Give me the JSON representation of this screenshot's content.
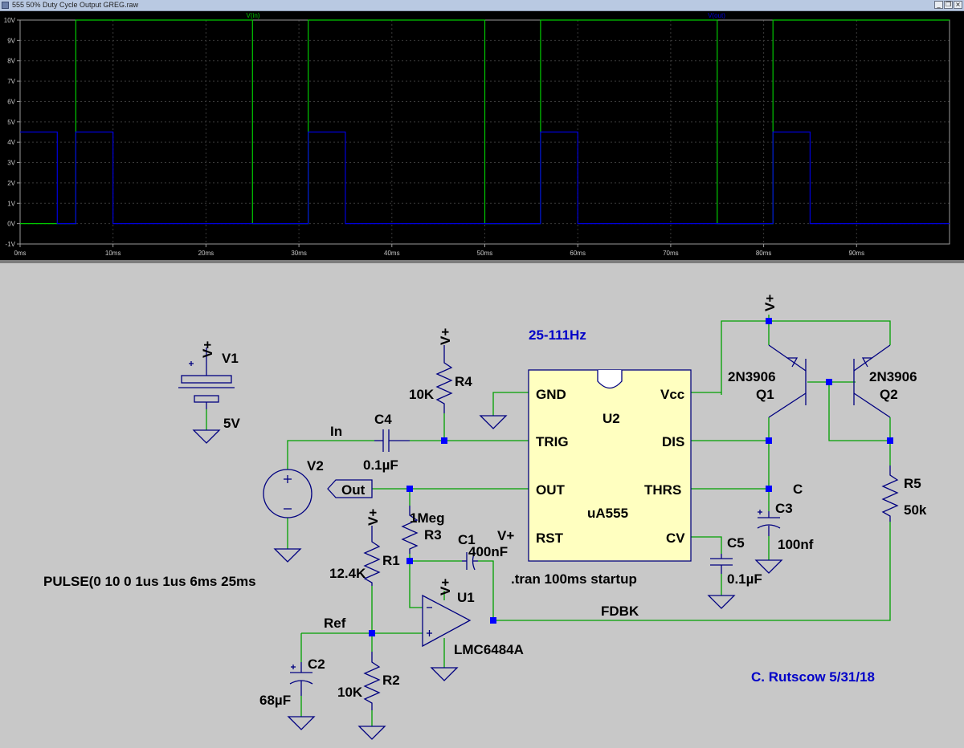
{
  "window": {
    "title": "555 50% Duty Cycle Output GREG.raw",
    "minimize_glyph": "_",
    "restore_glyph": "❐",
    "close_glyph": "×"
  },
  "plot": {
    "background": "#000000",
    "grid_color": "#3a3a3a",
    "axis_color": "#9a9a9a",
    "label_color": "#c8c8c8",
    "traces": [
      {
        "name": "V(in)",
        "color": "#00c800"
      },
      {
        "name": "V(out)",
        "color": "#0000dc"
      }
    ]
  },
  "chart_data": {
    "type": "line",
    "x_unit": "ms",
    "y_unit": "V",
    "xlim": [
      0,
      100
    ],
    "ylim": [
      -1,
      10
    ],
    "x_ticks": [
      0,
      10,
      20,
      30,
      40,
      50,
      60,
      70,
      80,
      90
    ],
    "x_tick_labels": [
      "0ms",
      "10ms",
      "20ms",
      "30ms",
      "40ms",
      "50ms",
      "60ms",
      "70ms",
      "80ms",
      "90ms"
    ],
    "y_ticks": [
      -1,
      0,
      1,
      2,
      3,
      4,
      5,
      6,
      7,
      8,
      9,
      10
    ],
    "y_tick_labels": [
      "-1V",
      "0V",
      "1V",
      "2V",
      "3V",
      "4V",
      "5V",
      "6V",
      "7V",
      "8V",
      "9V",
      "10V"
    ],
    "series": [
      {
        "name": "V(in)",
        "color": "#00c800",
        "x": [
          0,
          6,
          6,
          25,
          25,
          31,
          31,
          50,
          50,
          56,
          56,
          75,
          75,
          81,
          81,
          100
        ],
        "y": [
          0,
          0,
          10,
          10,
          0,
          0,
          10,
          10,
          0,
          0,
          10,
          10,
          0,
          0,
          10,
          10
        ]
      },
      {
        "name": "V(out)",
        "color": "#0000dc",
        "x": [
          0,
          4,
          4,
          6,
          6,
          10,
          10,
          31,
          31,
          35,
          35,
          56,
          56,
          60,
          60,
          81,
          81,
          85,
          85,
          100
        ],
        "y": [
          4.5,
          4.5,
          0,
          0,
          4.5,
          4.5,
          0,
          0,
          4.5,
          4.5,
          0,
          0,
          4.5,
          4.5,
          0,
          0,
          4.5,
          4.5,
          0,
          0
        ]
      }
    ]
  },
  "schematic": {
    "wire_color": "#00a000",
    "part_color": "#000080",
    "ic_fill": "#ffffc0",
    "label_color": "#000000",
    "comment_color": "#0000c8",
    "node_color": "#0000ff",
    "labels": {
      "freq": "25-111Hz",
      "vplus_top": "V+",
      "vplus_r4": "V+",
      "vplus_v1": "V+",
      "vplus_r1": "V+",
      "vplus_u1": "V+",
      "v1_name": "V1",
      "v1_value": "5V",
      "r4_name": "R4",
      "r4_value": "10K",
      "c4_name": "C4",
      "c4_value": "0.1µF",
      "net_in": "In",
      "v2_name": "V2",
      "v2_value": "PULSE(0 10 0 1us 1us 6ms 25ms",
      "net_out": "Out",
      "r3_name": "R3",
      "r3_value": "1Meg",
      "c1_name": "C1",
      "c1_value": "400nF",
      "r1_name": "R1",
      "r1_value": "12.4K",
      "rst_vplus": "V+",
      "u1_name": "U1",
      "u1_value": "LMC6484A",
      "net_ref": "Ref",
      "c2_name": "C2",
      "c2_value": "68µF",
      "r2_name": "R2",
      "r2_value": "10K",
      "net_fdbk": "FDBK",
      "directive": ".tran 100ms startup",
      "c5_name": "C5",
      "c5_value": "0.1µF",
      "c3_name": "C3",
      "c3_value": "100nf",
      "net_c": "C",
      "r5_name": "R5",
      "r5_value": "50k",
      "q1_model": "2N3906",
      "q1_name": "Q1",
      "q2_model": "2N3906",
      "q2_name": "Q2",
      "author": "C. Rutscow  5/31/18",
      "u2_name": "U2",
      "u2_value": "uA555",
      "pin_gnd": "GND",
      "pin_trig": "TRIG",
      "pin_out": "OUT",
      "pin_rst": "RST",
      "pin_vcc": "Vcc",
      "pin_dis": "DIS",
      "pin_thrs": "THRS",
      "pin_cv": "CV"
    }
  }
}
